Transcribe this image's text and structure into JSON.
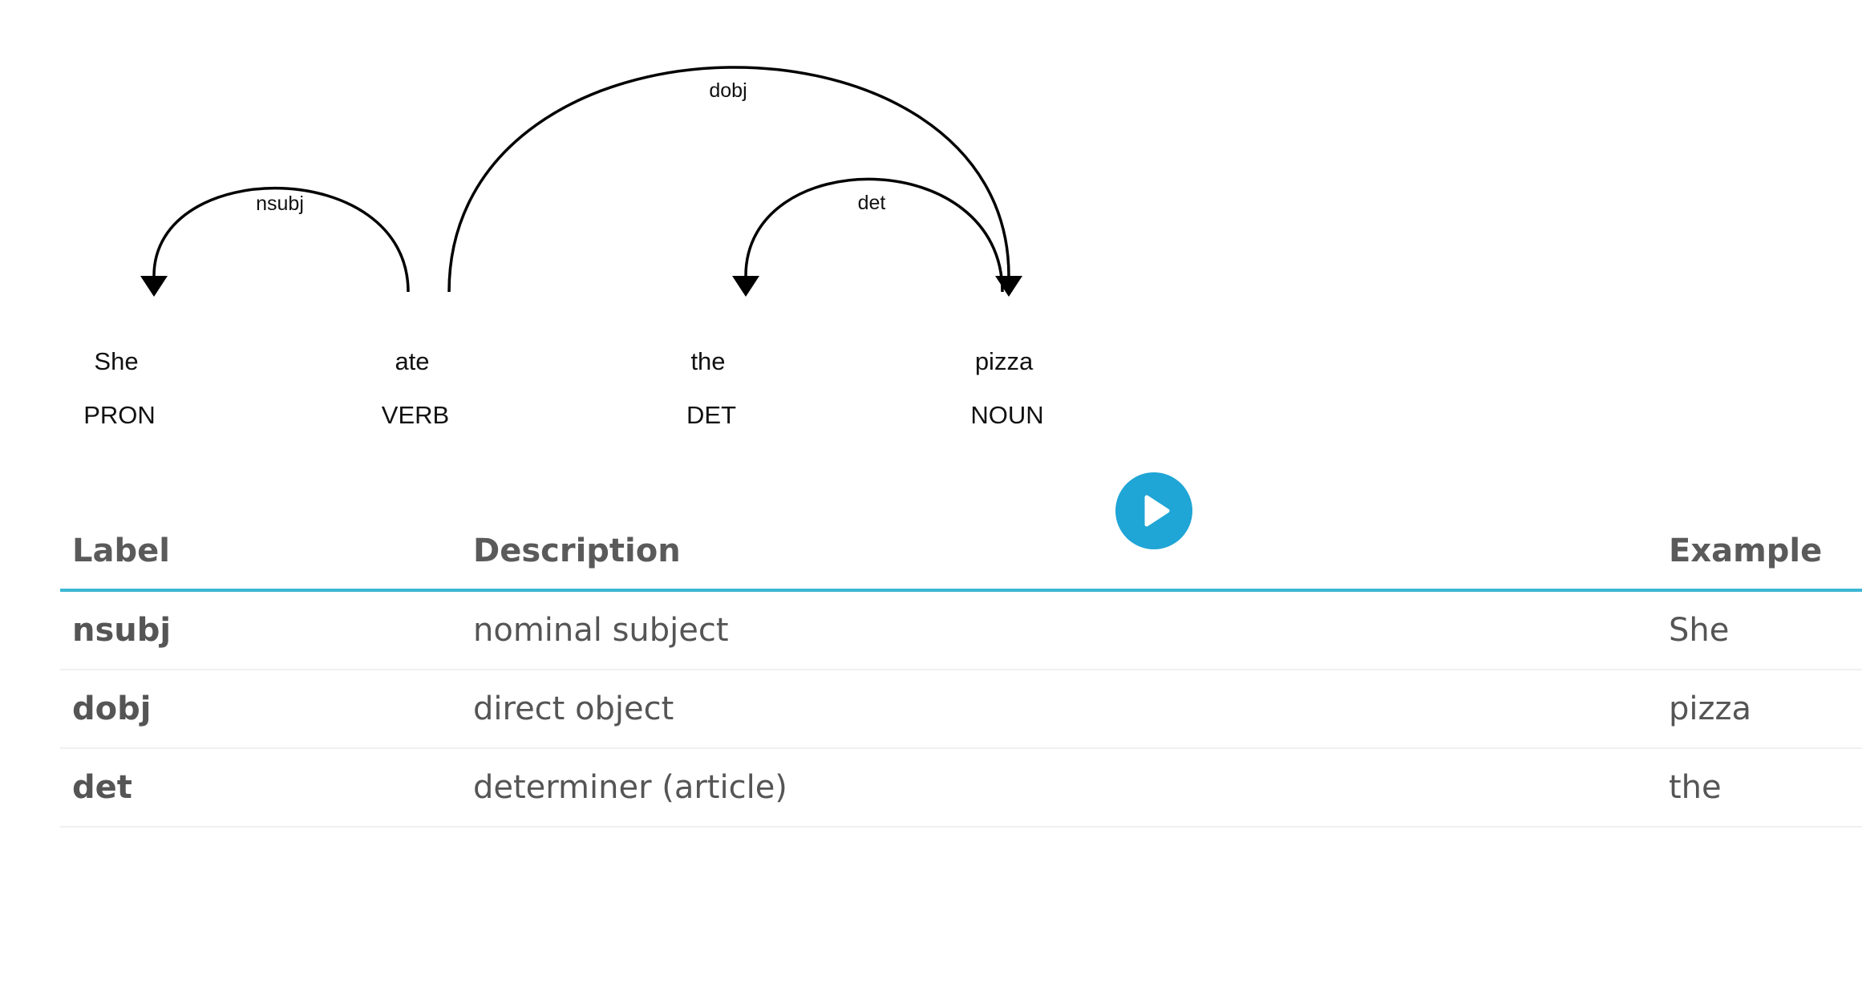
{
  "parse": {
    "words": [
      {
        "text": "She",
        "tag": "PRON"
      },
      {
        "text": "ate",
        "tag": "VERB"
      },
      {
        "text": "the",
        "tag": "DET"
      },
      {
        "text": "pizza",
        "tag": "NOUN"
      }
    ],
    "arcs": [
      {
        "label": "nsubj",
        "head": 1,
        "dependent": 0
      },
      {
        "label": "dobj",
        "head": 1,
        "dependent": 3
      },
      {
        "label": "det",
        "head": 3,
        "dependent": 2
      }
    ]
  },
  "player": {
    "icon": "play-icon",
    "color": "#1fa5d6"
  },
  "table": {
    "accent_color": "#3bb7d3",
    "headers": {
      "label": "Label",
      "description": "Description",
      "example": "Example"
    },
    "rows": [
      {
        "label": "nsubj",
        "description": "nominal subject",
        "example": "She"
      },
      {
        "label": "dobj",
        "description": "direct object",
        "example": "pizza"
      },
      {
        "label": "det",
        "description": "determiner (article)",
        "example": "the"
      }
    ]
  }
}
